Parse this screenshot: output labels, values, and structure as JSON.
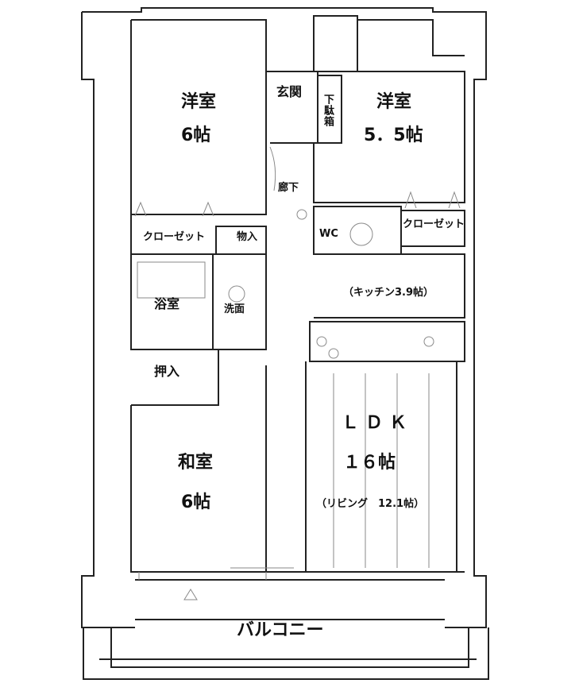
{
  "rooms": {
    "western_left": {
      "name": "洋室",
      "size": "6帖"
    },
    "entrance": {
      "name": "玄関"
    },
    "shoe_box": {
      "name": "下駄箱"
    },
    "western_right": {
      "name": "洋室",
      "size": "5．5帖"
    },
    "hallway": {
      "name": "廊下"
    },
    "closet_left": {
      "name": "クローゼット"
    },
    "storage": {
      "name": "物入"
    },
    "toilet": {
      "name": "WC"
    },
    "closet_right": {
      "name": "クローゼット"
    },
    "bath": {
      "name": "浴室"
    },
    "washroom": {
      "name": "洗面"
    },
    "kitchen": {
      "name": "（キッチン3.9帖）"
    },
    "oshiire": {
      "name": "押入"
    },
    "ldk": {
      "name": "ＬＤＫ",
      "size": "１６帖",
      "living": "（リビング　12.1帖）"
    },
    "japanese": {
      "name": "和室",
      "size": "6帖"
    },
    "balcony": {
      "name": "バルコニー"
    }
  },
  "colors": {
    "line": "#222222",
    "faint": "#8a8a8a",
    "paper": "#ffffff"
  }
}
